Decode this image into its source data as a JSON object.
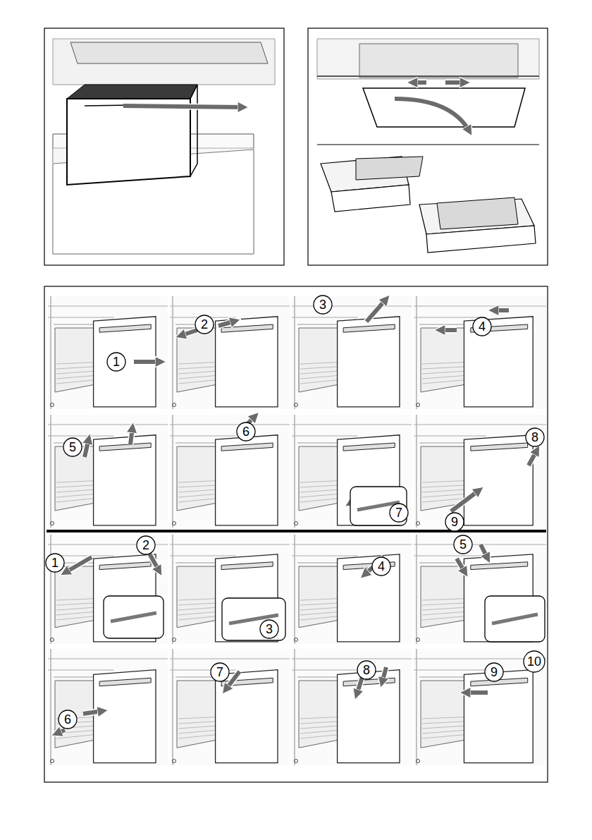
{
  "diagram": {
    "labels": [
      "1",
      "2",
      "3",
      "4",
      "5",
      "6",
      "7",
      "8",
      "9",
      "1",
      "2",
      "3",
      "4",
      "5",
      "6",
      "7",
      "8",
      "9",
      "10"
    ]
  }
}
